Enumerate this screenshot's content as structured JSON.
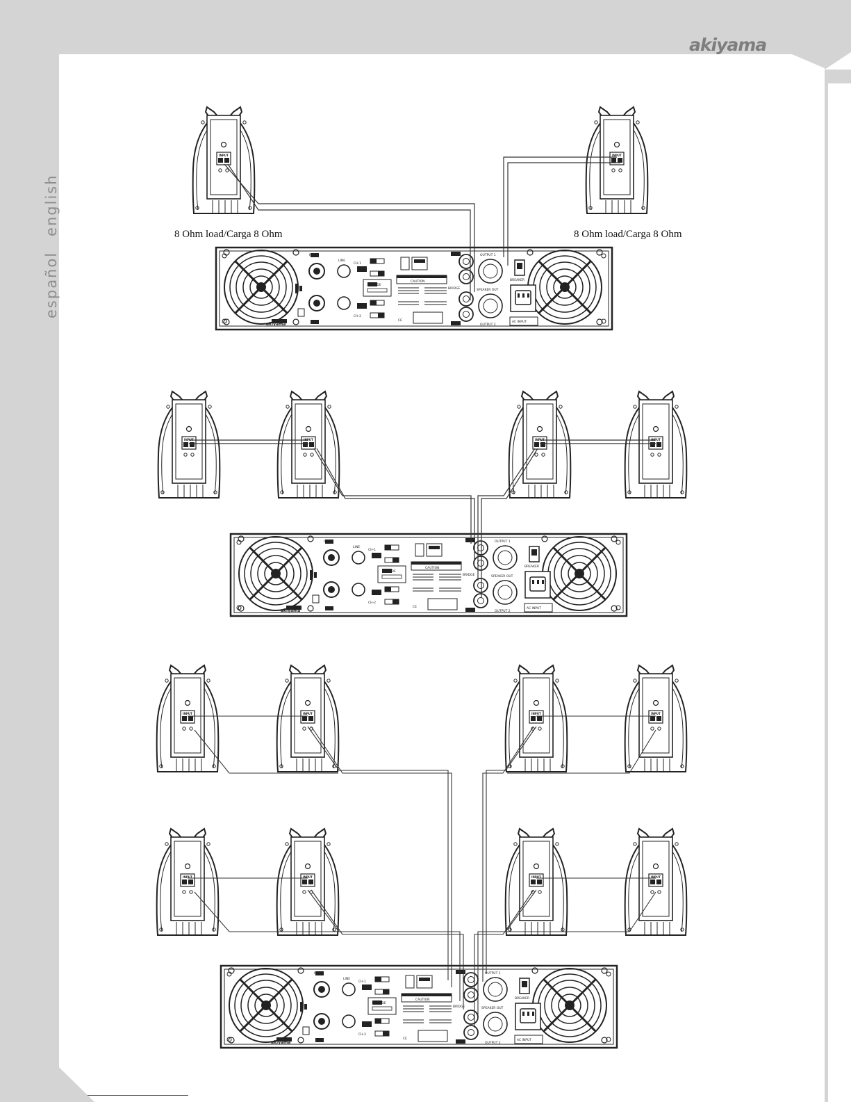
{
  "header": {
    "brand": "akiyama"
  },
  "sidebar": {
    "lang_es": "español",
    "lang_en": "english"
  },
  "diagram1": {
    "load_left": "8 Ohm load/Carga 8 Ohm",
    "load_right": "8 Ohm load/Carga 8 Ohm"
  },
  "amplifier": {
    "brand": "akiyama",
    "ch1": "CH-1",
    "ch2": "CH-2",
    "input": "INPUT",
    "line": "LINE",
    "mode": "MODE",
    "caution": "CAUTION",
    "output1": "OUTPUT 1",
    "output2": "OUTPUT 2",
    "speaker_out": "SPEAKER OUT",
    "bridge": "BRIDGE",
    "breaker": "BREAKER",
    "ac_input": "AC INPUT",
    "ce": "CE"
  },
  "speaker": {
    "input": "INPUT"
  },
  "colors": {
    "page_bg": "#d4d4d4",
    "paper": "#ffffff",
    "ink": "#222222",
    "brand_gray": "#7e7e7e"
  }
}
